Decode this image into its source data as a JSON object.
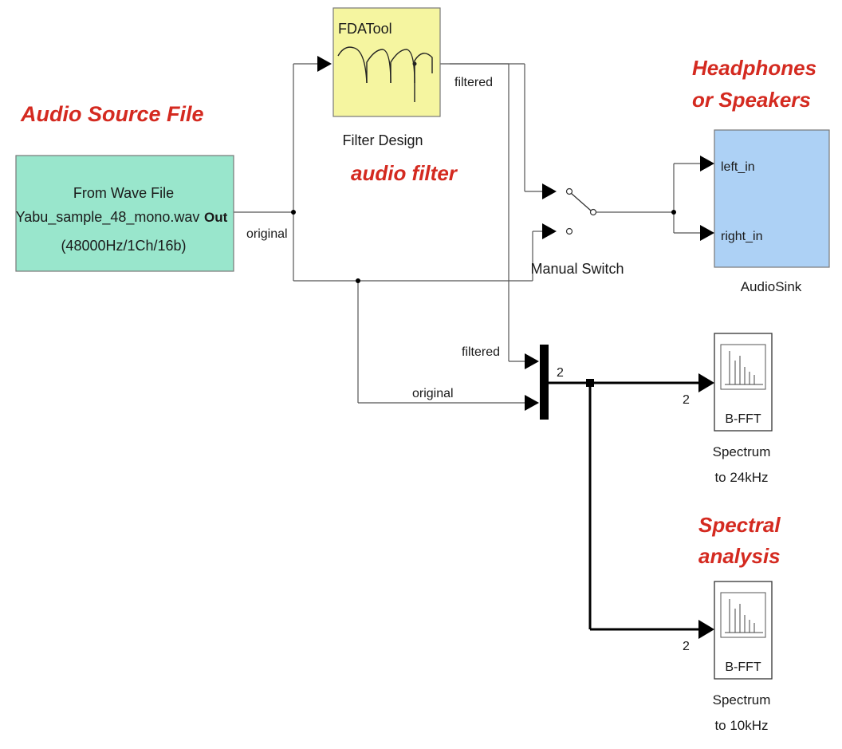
{
  "colors": {
    "annotation": "#d42a20",
    "source_block": "#99e6cc",
    "filter_block": "#f5f5a0",
    "sink_block": "#add1f5",
    "block_border": "#777777"
  },
  "annotations": {
    "audio_source": "Audio Source File",
    "audio_filter": "audio filter",
    "headphones_line1": "Headphones",
    "headphones_line2": "or Speakers",
    "spectral_line1": "Spectral",
    "spectral_line2": "analysis"
  },
  "blocks": {
    "wave_file": {
      "line1": "From Wave File",
      "line2": "Yabu_sample_48_mono.wav",
      "line3": "(48000Hz/1Ch/16b)",
      "port_out": "Out"
    },
    "filter": {
      "icon_label": "FDATool",
      "caption": "Filter Design"
    },
    "switch": {
      "caption": "Manual Switch"
    },
    "audio_sink": {
      "port_left": "left_in",
      "port_right": "right_in",
      "caption": "AudioSink"
    },
    "spectrum_24k": {
      "label": "B-FFT",
      "caption_line1": "Spectrum",
      "caption_line2": "to 24kHz"
    },
    "spectrum_10k": {
      "label": "B-FFT",
      "caption_line1": "Spectrum",
      "caption_line2": "to 10kHz"
    }
  },
  "signals": {
    "filtered_top": "filtered",
    "original_left": "original",
    "filtered_mux": "filtered",
    "original_mux": "original",
    "mux_width": "2",
    "width_to_24k": "2",
    "width_to_10k": "2"
  }
}
